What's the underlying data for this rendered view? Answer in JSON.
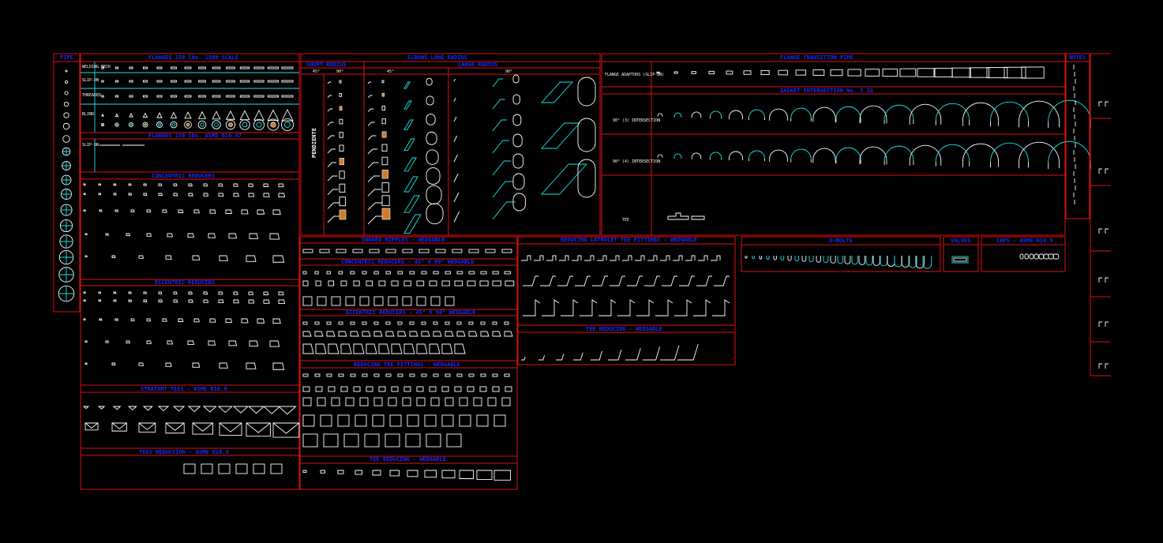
{
  "drawing": {
    "background": "#000000",
    "frame_color": "#e01010",
    "title_color": "#1a2cff",
    "geometry_color": "#ffffff",
    "accent_color": "#19e6e6",
    "fill_color": "#d07a2a"
  },
  "panels": {
    "pipe": {
      "title": "PIPE"
    },
    "flanges_150": {
      "title": "FLANGES 150 lbs. 150# SCALE"
    },
    "flanges_150_b": {
      "title": "FLANGES 150 lbs. ASME B16.47"
    },
    "concentric_reducers": {
      "title": "CONCENTRIC REDUCERS"
    },
    "eccentric_reducers": {
      "title": "ECCENTRIC REDUCERS"
    },
    "straight_tees": {
      "title": "STRAIGHT TEES - ASME B16.9"
    },
    "tees_reduccion": {
      "title": "TEES REDUCCION - ASME B16.9"
    },
    "elbows": {
      "title": "ELBOWS LONG RADIUS",
      "short_radius": "SHORT RADIUS",
      "long_radius": "LARGE RADIUS",
      "pendiente": "PENDIENTE",
      "deg_a": "45°",
      "deg_b": "90°"
    },
    "swaged_nipples": {
      "title": "SWAGED NIPPLES - WEDGABLE"
    },
    "concentric_reducers_weld": {
      "title": "CONCENTRIC REDUCERS - 45° X 90° WEDGABLE"
    },
    "eccentric_reducers_weld": {
      "title": "ECCENTRIC REDUCERS - 45° X 90° WEDGABLE"
    },
    "reducing_tee": {
      "title": "REDUCING TEE FITTINGS - WEDGABLE"
    },
    "tee_reducing": {
      "title": "TEE REDUCING - WEDGABLE"
    },
    "reducing_latrolet": {
      "title": "REDUCING LATROLET TEE FITTINGS - WEDGABLE"
    },
    "tee_reducing_2": {
      "title": "TEE REDUCING - WEDGABLE"
    },
    "flanges_transition": {
      "title": "FLANGE TRANSITION PIPE"
    },
    "gaskets": {
      "title": "GASKET INTERSECTION No. 1 SG"
    },
    "ubolts": {
      "title": "U-BOLTS"
    },
    "valves": {
      "title": "VALVES"
    },
    "caps": {
      "title": "CAPS - ASME B16.9"
    },
    "side": {
      "title": "NOTES"
    }
  },
  "row_labels": {
    "flange_row": "FLANGE ADAPTORS (SLIP-ON)",
    "gasket_row_1": "90° (3) INTERSECTION",
    "gasket_row_2": "90° (4) INTERSECTION",
    "tee_row": "TEE",
    "fl_1": "WELDING NECK",
    "fl_2": "SLIP-ON",
    "fl_3": "THREADED",
    "fl_4": "BLIND",
    "fl_5": "SLIP-ON"
  }
}
